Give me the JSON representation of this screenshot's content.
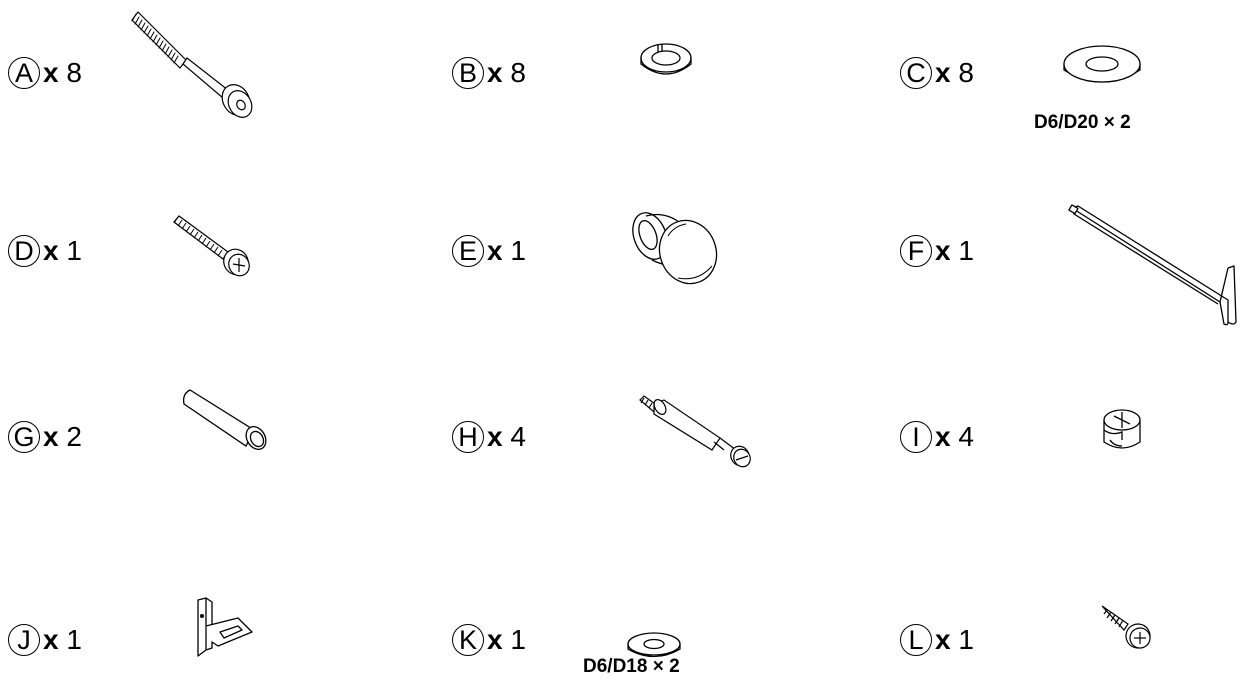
{
  "parts": [
    {
      "letter": "A",
      "x_label": "x",
      "count": "8",
      "icon": "connector-bolt-icon"
    },
    {
      "letter": "B",
      "x_label": "x",
      "count": "8",
      "icon": "spring-washer-icon"
    },
    {
      "letter": "C",
      "x_label": "x",
      "count": "8",
      "icon": "flat-washer-icon",
      "note": "D6/D20 × 2"
    },
    {
      "letter": "D",
      "x_label": "x",
      "count": "1",
      "icon": "machine-screw-icon"
    },
    {
      "letter": "E",
      "x_label": "x",
      "count": "1",
      "icon": "knob-icon"
    },
    {
      "letter": "F",
      "x_label": "x",
      "count": "1",
      "icon": "allen-key-icon"
    },
    {
      "letter": "G",
      "x_label": "x",
      "count": "2",
      "icon": "wooden-dowel-icon"
    },
    {
      "letter": "H",
      "x_label": "x",
      "count": "4",
      "icon": "cam-bolt-icon"
    },
    {
      "letter": "I",
      "x_label": "x",
      "count": "4",
      "icon": "cam-lock-nut-icon"
    },
    {
      "letter": "J",
      "x_label": "x",
      "count": "1",
      "icon": "angle-bracket-icon"
    },
    {
      "letter": "K",
      "x_label": "x",
      "count": "1",
      "icon": "small-washer-icon",
      "note": "D6/D18 × 2"
    },
    {
      "letter": "L",
      "x_label": "x",
      "count": "1",
      "icon": "wood-screw-icon"
    }
  ]
}
